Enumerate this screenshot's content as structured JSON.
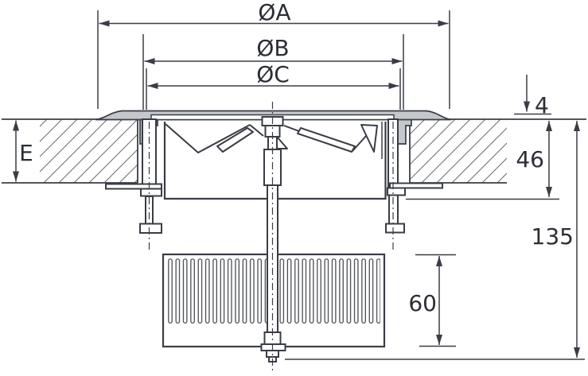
{
  "colors": {
    "line": "#3a3d45",
    "text": "#2b2e35",
    "gray": "#c4c7cb",
    "hatch": "#6e7177",
    "bg": "#ffffff"
  },
  "drawing": {
    "type": "technical-section-drawing",
    "subject": "swirl-diffuser-cross-section",
    "labels": {
      "dia_a": "ØA",
      "dia_b": "ØB",
      "dia_c": "ØC",
      "e": "E",
      "offset_4": "4",
      "depth_46": "46",
      "depth_135": "135",
      "basket_60": "60"
    }
  }
}
